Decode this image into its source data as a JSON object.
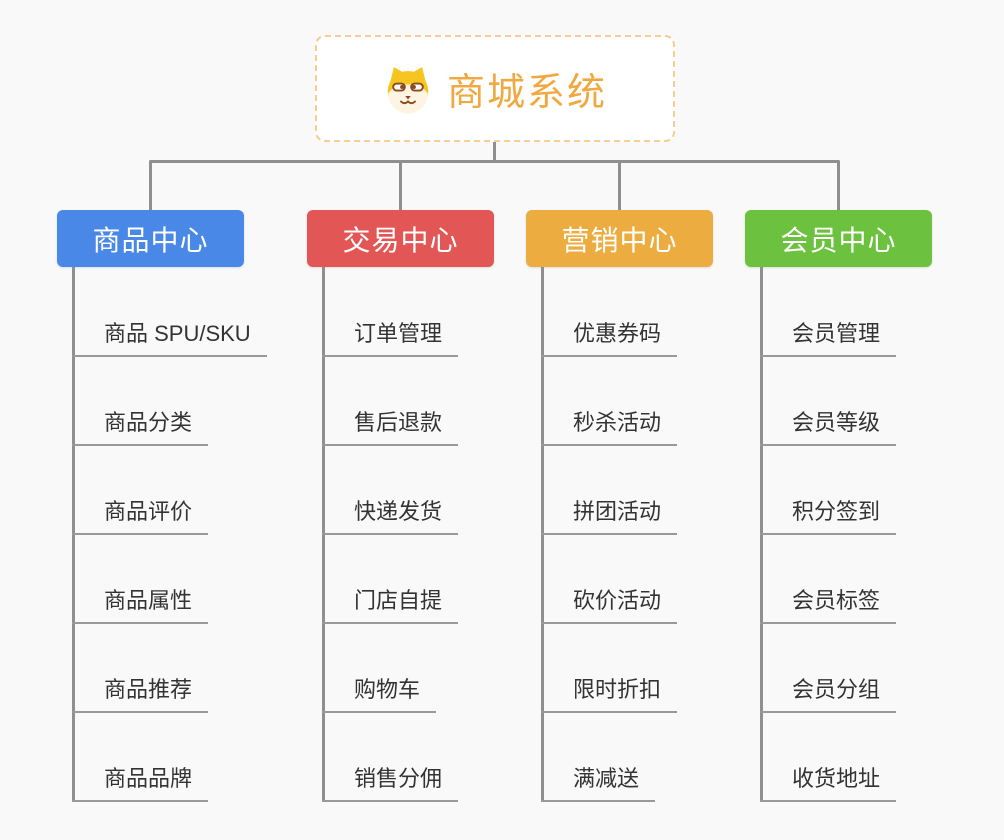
{
  "root": {
    "title": "商城系统",
    "icon": "dog-face-icon",
    "accent_color": "#F0A940",
    "border_color": "#F6CD92",
    "background": "#FFFFFF"
  },
  "tree": {
    "line_color": "#8F8F8F",
    "leaf_underline_color": "#999999",
    "leaf_text_color": "#333333",
    "canvas_background": "#F9F9F9",
    "branches": [
      {
        "label": "商品中心",
        "color": "#4A88E8",
        "children": [
          "商品 SPU/SKU",
          "商品分类",
          "商品评价",
          "商品属性",
          "商品推荐",
          "商品品牌"
        ]
      },
      {
        "label": "交易中心",
        "color": "#E25755",
        "children": [
          "订单管理",
          "售后退款",
          "快递发货",
          "门店自提",
          "购物车",
          "销售分佣"
        ]
      },
      {
        "label": "营销中心",
        "color": "#ECAC40",
        "children": [
          "优惠券码",
          "秒杀活动",
          "拼团活动",
          "砍价活动",
          "限时折扣",
          "满减送"
        ]
      },
      {
        "label": "会员中心",
        "color": "#6CC23E",
        "children": [
          "会员管理",
          "会员等级",
          "积分签到",
          "会员标签",
          "会员分组",
          "收货地址"
        ]
      }
    ]
  }
}
